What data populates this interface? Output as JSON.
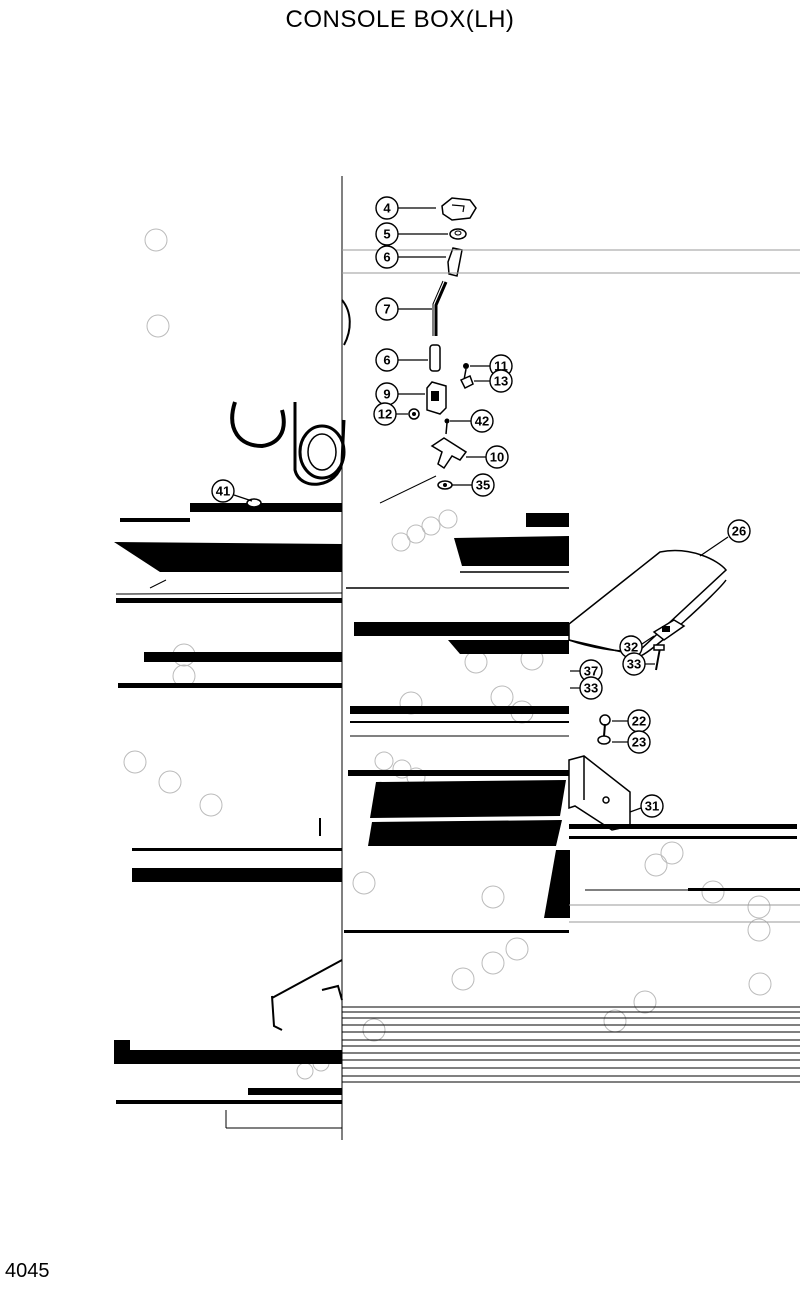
{
  "title": "CONSOLE BOX(LH)",
  "page_number": "4045",
  "callouts": {
    "c4": "4",
    "c5": "5",
    "c6a": "6",
    "c7": "7",
    "c6b": "6",
    "c11": "11",
    "c13": "13",
    "c9": "9",
    "c12": "12",
    "c42": "42",
    "c10": "10",
    "c35": "35",
    "c41": "41",
    "c26": "26",
    "c32": "32",
    "c33a": "33",
    "c37": "37",
    "c33b": "33",
    "c22": "22",
    "c23": "23",
    "c31": "31"
  }
}
